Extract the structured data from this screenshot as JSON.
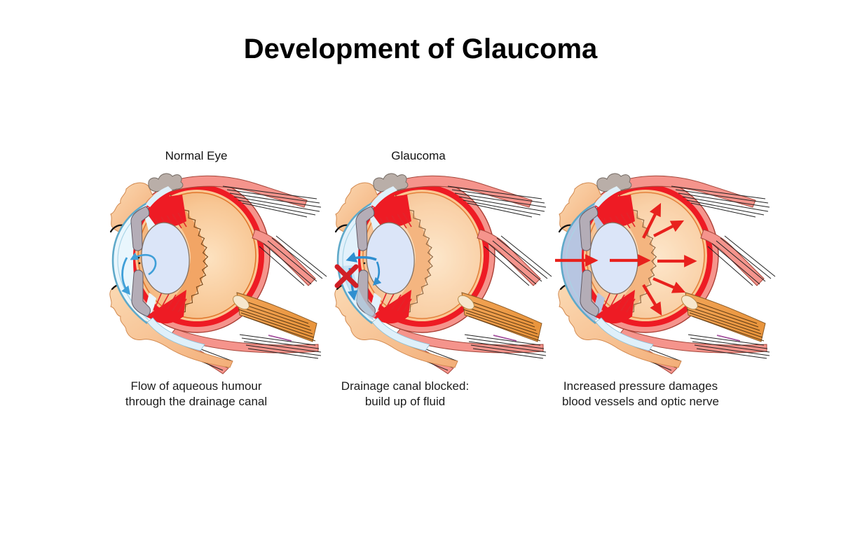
{
  "title": "Development of Glaucoma",
  "panels": [
    {
      "label": "Normal Eye",
      "caption_line1": "Flow of aqueous humour",
      "caption_line2": "through the drainage canal",
      "arrow_meaning": "blue arrows: aqueous humour flows through pupil and out the drainage canal"
    },
    {
      "label": "Glaucoma",
      "caption_line1": "Drainage canal blocked:",
      "caption_line2": "build up of fluid",
      "arrow_meaning": "blue arrows with red X: drainage canal blocked, fluid accumulates"
    },
    {
      "label": "",
      "caption_line1": "Increased pressure damages",
      "caption_line2": "blood vessels and optic nerve",
      "arrow_meaning": "red arrows radiating outward: raised intraocular pressure"
    }
  ],
  "colors": {
    "background": "#ffffff",
    "text": "#111111",
    "sclera_pink": "#f5948c",
    "choroid_red": "#ee1b24",
    "vitreous_orange_edge": "#efa161",
    "vitreous_orange_center": "#fde2c0",
    "cornea_blue": "#5fa9c9",
    "anterior_chamber_normal": "#e9f6fd",
    "anterior_chamber_pressure": "#b7c5e1",
    "lens_blue": "#dbe5f8",
    "iris_gray": "#b4adb7",
    "skin_peach": "#f9cda4",
    "flow_arrow_blue": "#3f9fd8",
    "blocked_x_red": "#d11f26",
    "pressure_arrow_red": "#e8211d"
  }
}
